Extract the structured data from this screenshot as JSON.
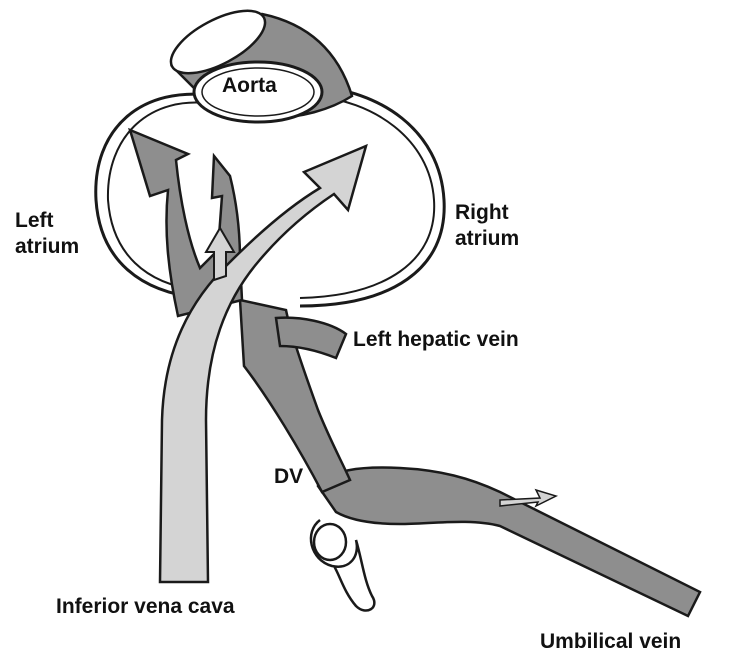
{
  "labels": {
    "aorta": "Aorta",
    "left_atrium": [
      "Left",
      "atrium"
    ],
    "right_atrium": [
      "Right",
      "atrium"
    ],
    "left_hepatic_vein": "Left hepatic vein",
    "dv": "DV",
    "inferior_vena_cava": "Inferior vena cava",
    "umbilical_vein": "Umbilical vein"
  },
  "colors": {
    "dark_stream": "#8e8e8e",
    "light_stream": "#d4d4d4",
    "outline": "#1a1a1a",
    "background": "#ffffff"
  }
}
